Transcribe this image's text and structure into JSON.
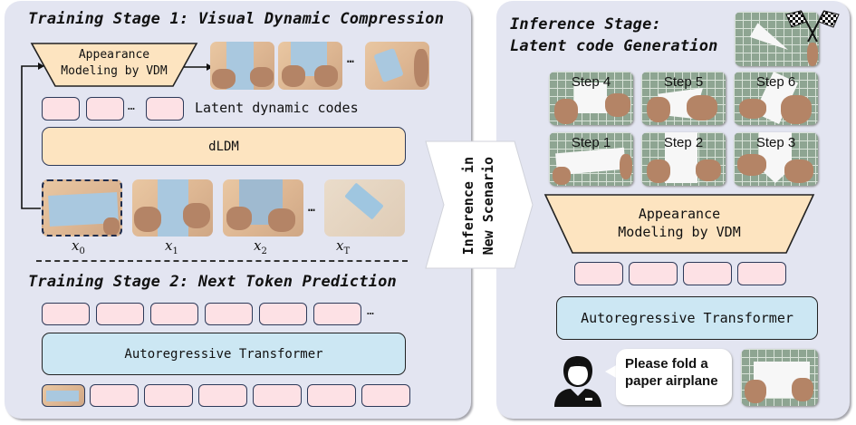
{
  "training_stage_1": {
    "title": "Training Stage 1: Visual Dynamic Compression",
    "vdm_label_line1": "Appearance",
    "vdm_label_line2": "Modeling by VDM",
    "latent_codes_label": "Latent dynamic codes",
    "dldm_label": "dLDM",
    "ellipsis": "…",
    "frames": [
      {
        "label": "x",
        "subscript": "0"
      },
      {
        "label": "x",
        "subscript": "1"
      },
      {
        "label": "x",
        "subscript": "2"
      },
      {
        "label": "x",
        "subscript": "T"
      }
    ]
  },
  "training_stage_2": {
    "title": "Training Stage 2: Next Token Prediction",
    "transformer_label": "Autoregressive Transformer",
    "ellipsis": "…"
  },
  "transition": {
    "line1": "Inference in",
    "line2": "New Scenario"
  },
  "inference_stage": {
    "title_line1": "Inference Stage:",
    "title_line2": "Latent code Generation",
    "goal_icon": "checkered-flags-icon",
    "steps": [
      "Step 4",
      "Step 5",
      "Step 6",
      "Step 1",
      "Step 2",
      "Step 3"
    ],
    "vdm_label_line1": "Appearance",
    "vdm_label_line2": "Modeling by VDM",
    "transformer_label": "Autoregressive Transformer",
    "user_icon": "user-icon",
    "prompt_line1": "Please fold a",
    "prompt_line2": "paper airplane"
  },
  "colors": {
    "panel_bg": "#e3e5f1",
    "token_fill": "#fde1e5",
    "dldm_fill": "#fde4c0",
    "transformer_fill": "#cce7f3",
    "border": "#2d3a5a"
  }
}
